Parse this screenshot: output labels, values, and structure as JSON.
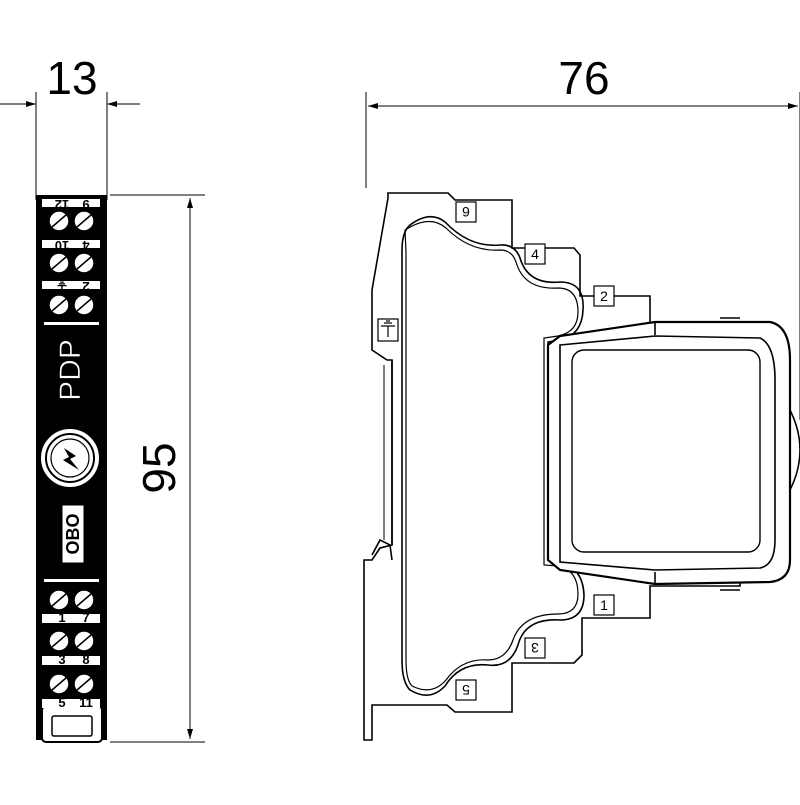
{
  "dimensions": {
    "width": "13",
    "depth": "76",
    "height": "95"
  },
  "front_view": {
    "top_terminal_labels": [
      "12",
      "9",
      "10",
      "4",
      "⏚",
      "2"
    ],
    "bottom_terminal_labels": [
      "1",
      "7",
      "3",
      "8",
      "5",
      "11"
    ],
    "product_text": "PDP",
    "brand_logo": "OBO"
  },
  "side_view": {
    "terminal_numbers_top": [
      "6",
      "4",
      "2"
    ],
    "terminal_numbers_bottom": [
      "1",
      "3",
      "5"
    ],
    "ground_symbol": "earth-ground-icon"
  },
  "colors": {
    "module_body": "#000000",
    "lines": "#000000",
    "background": "#ffffff"
  }
}
